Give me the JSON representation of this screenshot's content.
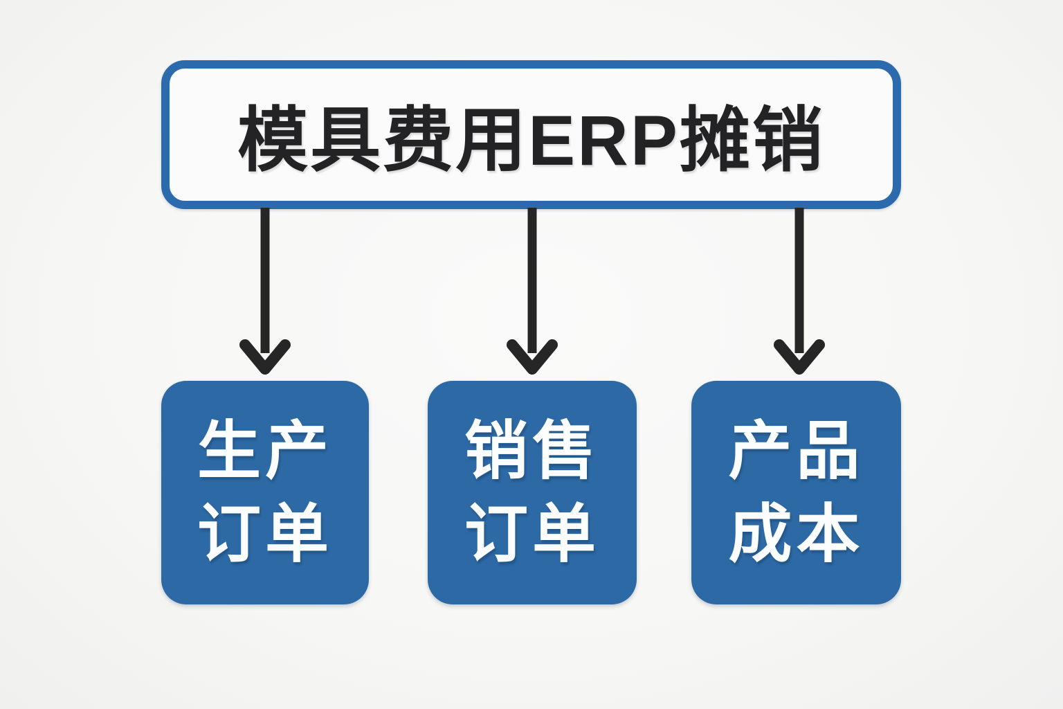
{
  "diagram": {
    "title": "模具费用ERP摊销",
    "nodes": [
      {
        "id": "production-order",
        "line1": "生产",
        "line2": "订单"
      },
      {
        "id": "sales-order",
        "line1": "销售",
        "line2": "订单"
      },
      {
        "id": "product-cost",
        "line1": "产品",
        "line2": "成本"
      }
    ],
    "arrows": [
      {
        "from": "title",
        "to": "production-order",
        "direction": "down"
      },
      {
        "from": "title",
        "to": "sales-order",
        "direction": "down"
      },
      {
        "from": "title",
        "to": "product-cost",
        "direction": "down"
      }
    ],
    "colors": {
      "background": "#f7f7f5",
      "title_box_fill": "#fbfbfb",
      "title_box_border": "#2b6aac",
      "title_text": "#232326",
      "node_fill": "#2d6aa5",
      "node_text": "#fcfdfe",
      "arrow": "#262626"
    }
  }
}
